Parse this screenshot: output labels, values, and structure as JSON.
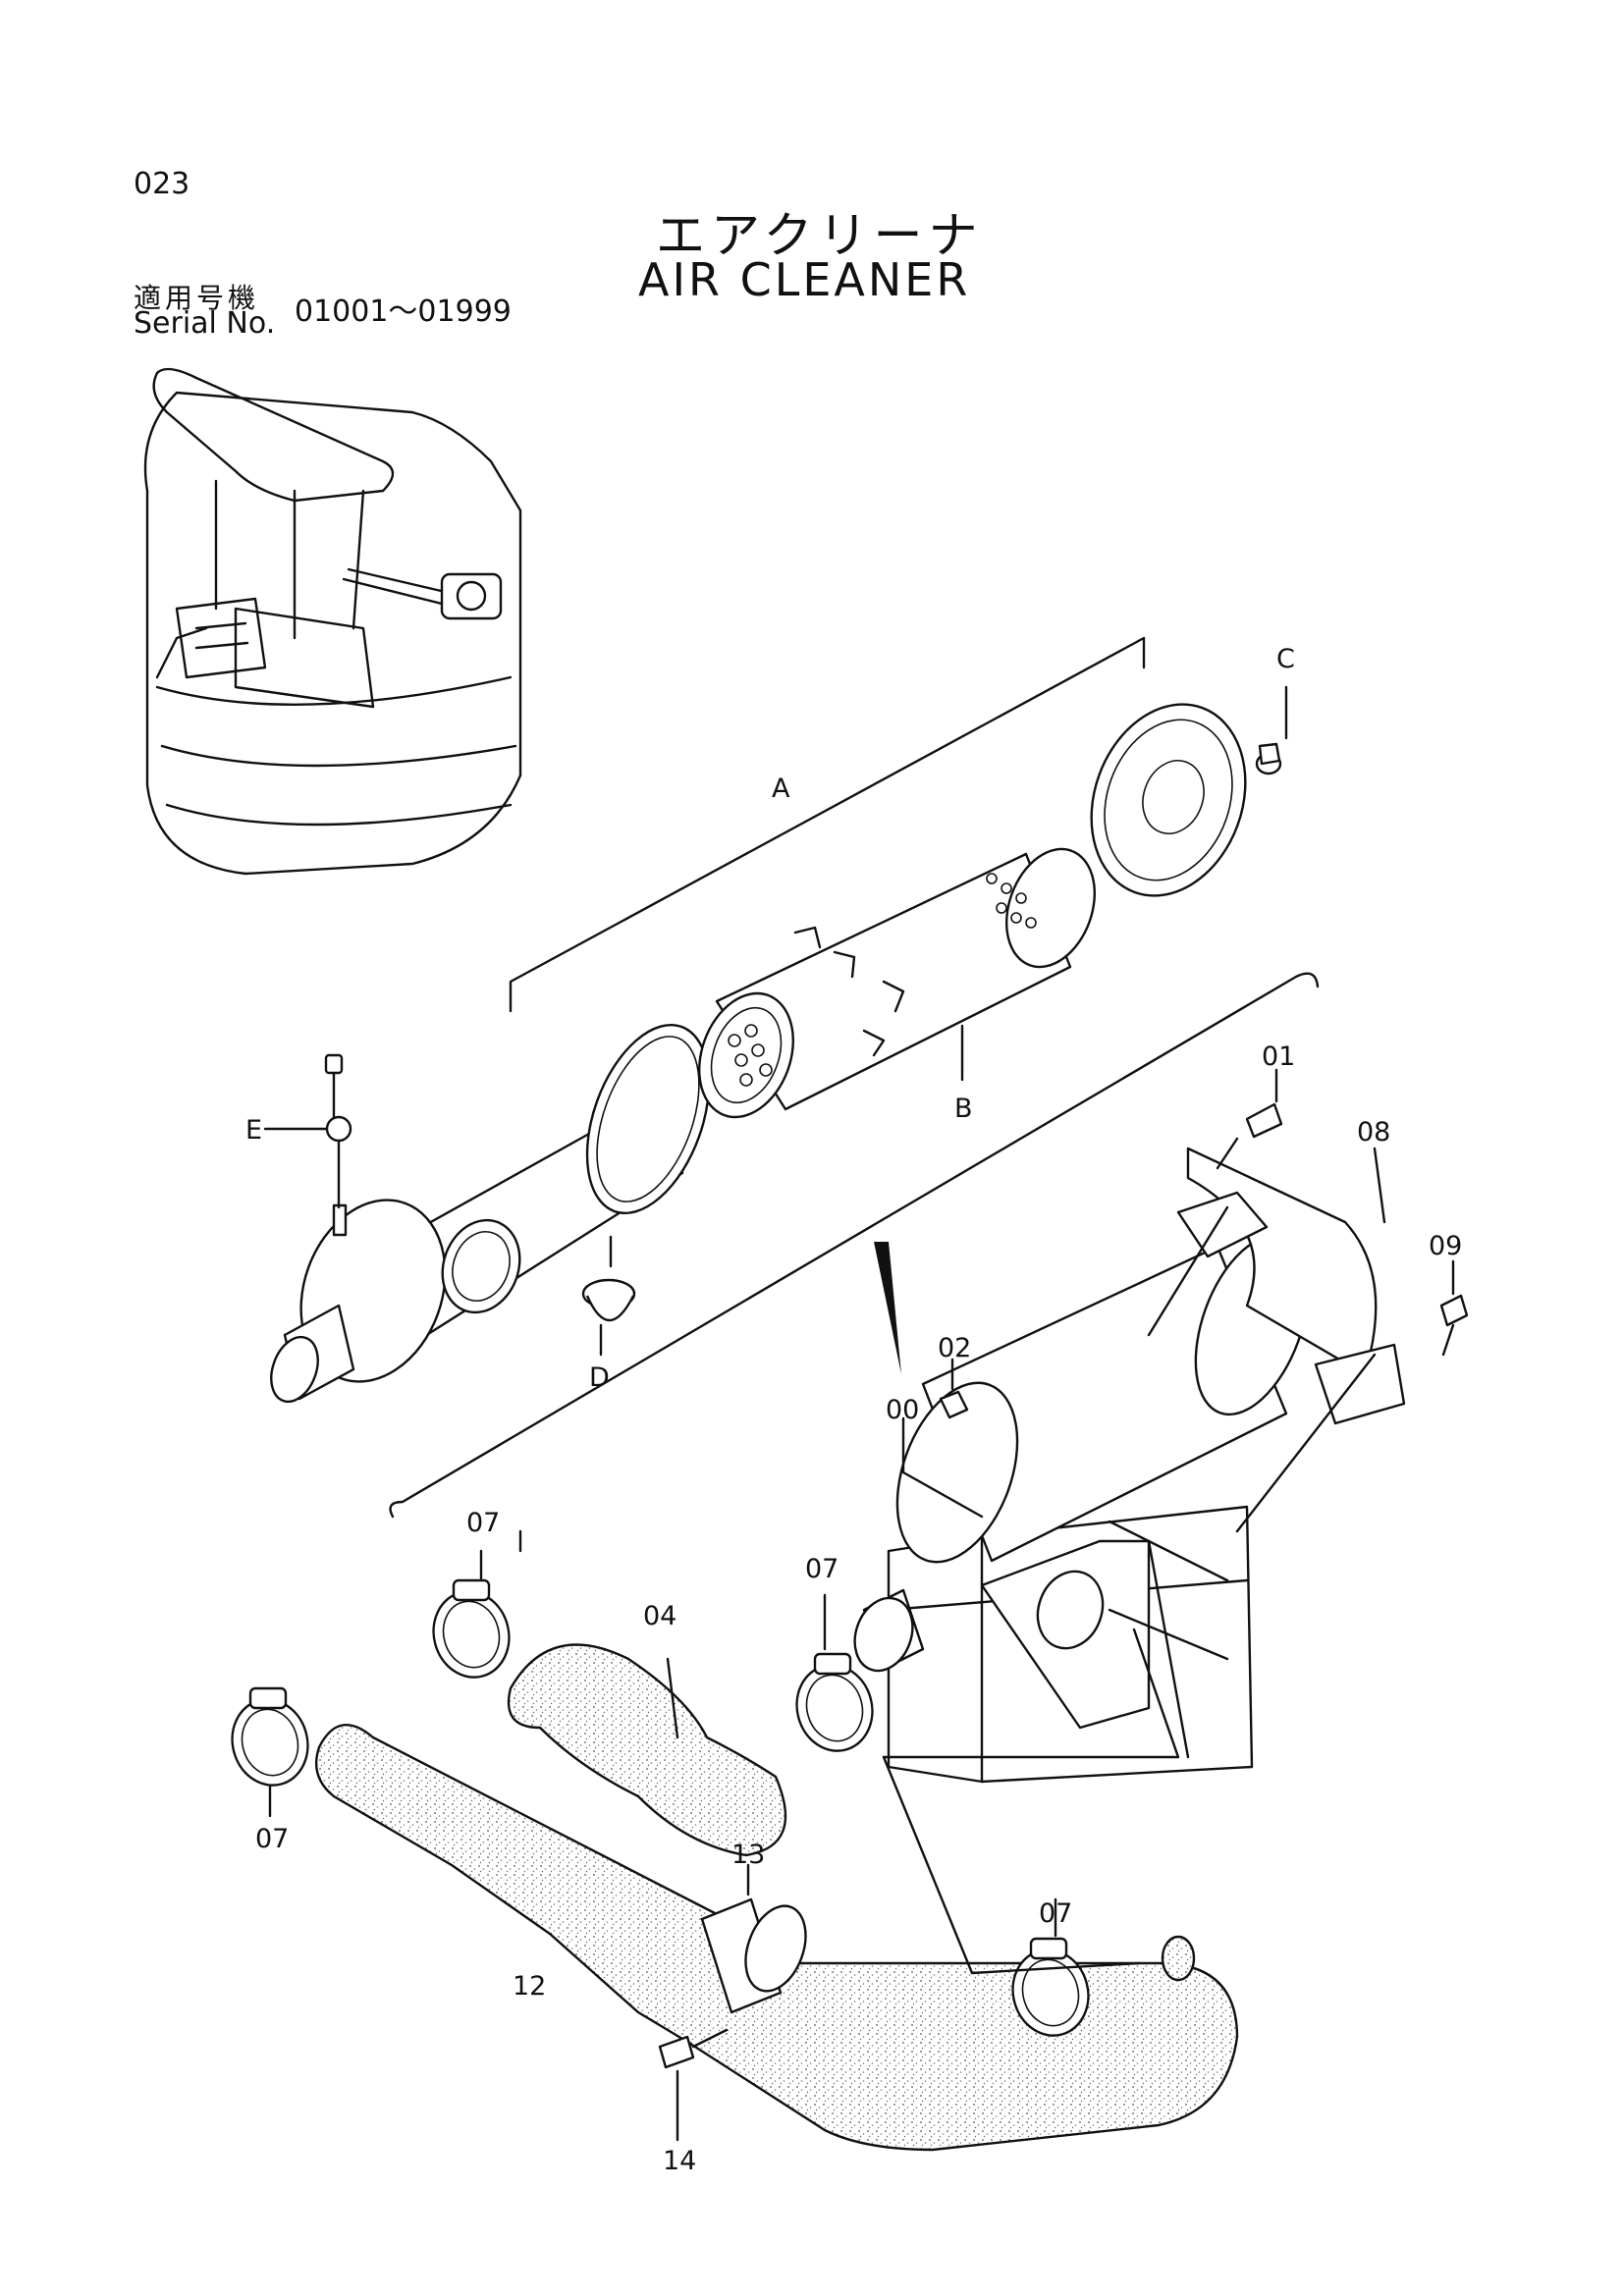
{
  "header": {
    "page_number": "023",
    "title_jp": "エアクリーナ",
    "title_en": "AIR CLEANER",
    "serial_label_jp": "適用号機",
    "serial_label_en": "Serial No.",
    "serial_range": "01001～01999"
  },
  "callouts": {
    "A": "A",
    "B": "B",
    "C": "C",
    "D": "D",
    "E": "E",
    "p00": "00",
    "p01": "01",
    "p02": "02",
    "p04": "04",
    "p07": "07",
    "p08": "08",
    "p09": "09",
    "p12": "12",
    "p13": "13",
    "p14": "14"
  }
}
